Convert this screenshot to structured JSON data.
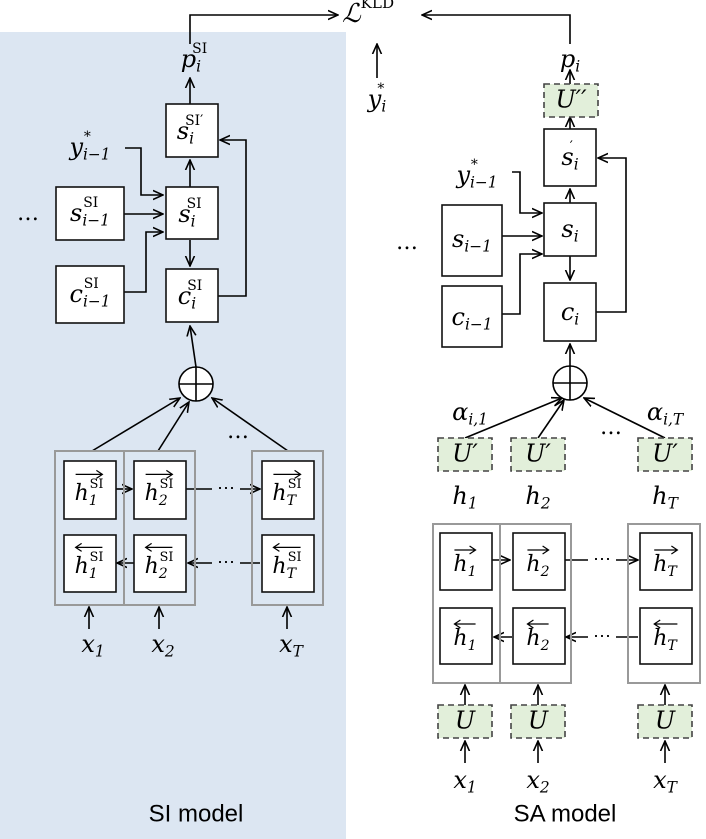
{
  "colors": {
    "si_panel_bg": "#dce6f2",
    "adapter_fill": "#e2efda",
    "adapter_stroke": "#444444",
    "box_stroke": "#111111",
    "group_stroke": "#999999"
  },
  "loss": {
    "symbol": "ℒ",
    "superscript": "KLD"
  },
  "target": {
    "symbol": "y",
    "subscript": "i",
    "superscript": "*"
  },
  "si_model": {
    "caption": "SI model",
    "output": {
      "symbol": "p",
      "subscript": "i",
      "superscript": "SI"
    },
    "prev_target": {
      "symbol": "y",
      "subscript": "i−1",
      "superscript": "*"
    },
    "ellipsis": "…",
    "s_prime": {
      "symbol": "s",
      "subscript": "i",
      "superscript": "SI′"
    },
    "s": {
      "symbol": "s",
      "subscript": "i",
      "superscript": "SI"
    },
    "s_prev": {
      "symbol": "s",
      "subscript": "i−1",
      "superscript": "SI"
    },
    "c": {
      "symbol": "c",
      "subscript": "i",
      "superscript": "SI"
    },
    "c_prev": {
      "symbol": "c",
      "subscript": "i−1",
      "superscript": "SI"
    },
    "plus": "⊕",
    "attn_ellipsis": "…",
    "fwd_states": [
      {
        "symbol": "h",
        "subscript": "1",
        "superscript": "SI",
        "arrow": "→"
      },
      {
        "symbol": "h",
        "subscript": "2",
        "superscript": "SI",
        "arrow": "→"
      },
      {
        "symbol": "h",
        "subscript": "T",
        "superscript": "SI",
        "arrow": "→"
      }
    ],
    "bwd_states": [
      {
        "symbol": "h",
        "subscript": "1",
        "superscript": "SI",
        "arrow": "←"
      },
      {
        "symbol": "h",
        "subscript": "2",
        "superscript": "SI",
        "arrow": "←"
      },
      {
        "symbol": "h",
        "subscript": "T",
        "superscript": "SI",
        "arrow": "←"
      }
    ],
    "row_ellipsis": "⋯",
    "inputs": [
      {
        "symbol": "x",
        "subscript": "1"
      },
      {
        "symbol": "x",
        "subscript": "2"
      },
      {
        "symbol": "x",
        "subscript": "T"
      }
    ]
  },
  "sa_model": {
    "caption": "SA model",
    "output": {
      "symbol": "p",
      "subscript": "i"
    },
    "output_adapter": "U′′",
    "prev_target": {
      "symbol": "y",
      "subscript": "i−1",
      "superscript": "*"
    },
    "ellipsis": "…",
    "s_prime": {
      "symbol": "s",
      "subscript": "i",
      "superscript": "′"
    },
    "s": {
      "symbol": "s",
      "subscript": "i"
    },
    "s_prev": {
      "symbol": "s",
      "subscript": "i−1"
    },
    "c": {
      "symbol": "c",
      "subscript": "i"
    },
    "c_prev": {
      "symbol": "c",
      "subscript": "i−1"
    },
    "plus": "⊕",
    "attn_ellipsis": "…",
    "alpha_first": {
      "symbol": "α",
      "subscript": "i,1"
    },
    "alpha_last": {
      "symbol": "α",
      "subscript": "i,T"
    },
    "attn_adapter": "U′",
    "states": [
      {
        "symbol": "h",
        "subscript": "1"
      },
      {
        "symbol": "h",
        "subscript": "2"
      },
      {
        "symbol": "h",
        "subscript": "T"
      }
    ],
    "fwd_states": [
      {
        "symbol": "h",
        "subscript": "1",
        "arrow": "→"
      },
      {
        "symbol": "h",
        "subscript": "2",
        "arrow": "→"
      },
      {
        "symbol": "h",
        "subscript": "T",
        "arrow": "→"
      }
    ],
    "bwd_states": [
      {
        "symbol": "h",
        "subscript": "1",
        "arrow": "←"
      },
      {
        "symbol": "h",
        "subscript": "2",
        "arrow": "←"
      },
      {
        "symbol": "h",
        "subscript": "T",
        "arrow": "←"
      }
    ],
    "row_ellipsis": "⋯",
    "input_adapter": "U",
    "inputs": [
      {
        "symbol": "x",
        "subscript": "1"
      },
      {
        "symbol": "x",
        "subscript": "2"
      },
      {
        "symbol": "x",
        "subscript": "T"
      }
    ]
  }
}
